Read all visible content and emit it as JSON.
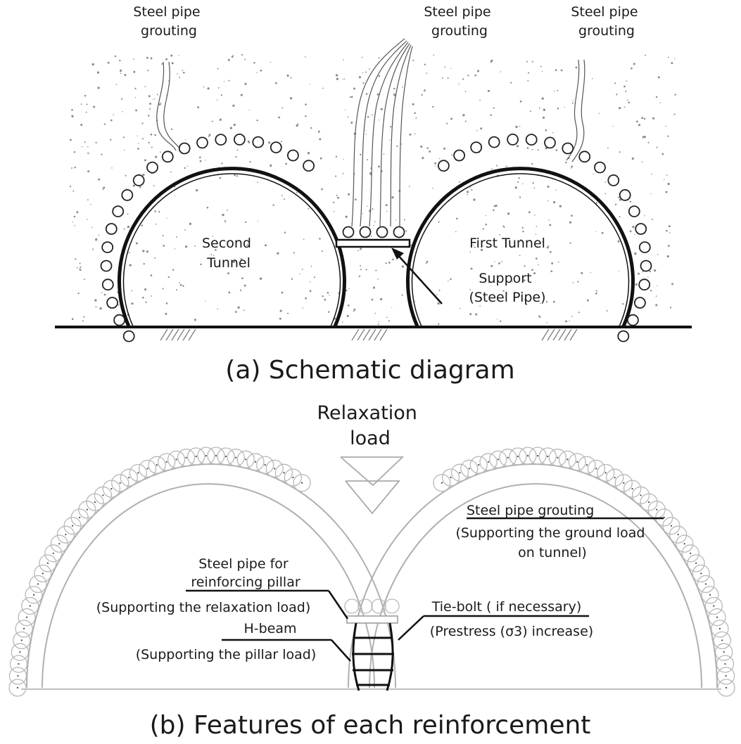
{
  "panel_a": {
    "labels": {
      "grout_left": [
        "Steel pipe",
        "grouting"
      ],
      "grout_center": [
        "Steel pipe",
        "grouting"
      ],
      "grout_right": [
        "Steel pipe",
        "grouting"
      ],
      "second_tunnel": [
        "Second",
        "Tunnel"
      ],
      "first_tunnel": "First Tunnel",
      "support": [
        "Support",
        "(Steel Pipe)"
      ]
    },
    "caption": "(a) Schematic diagram"
  },
  "panel_b": {
    "labels": {
      "relaxation_load": [
        "Relaxation",
        "load"
      ],
      "steel_pipe_grouting": "Steel pipe grouting",
      "steel_pipe_grouting_desc": [
        "(Supporting the ground load",
        "on tunnel)"
      ],
      "pillar_pipe": [
        "Steel pipe for",
        "reinforcing pillar"
      ],
      "pillar_pipe_desc": "(Supporting the relaxation load)",
      "h_beam": "H-beam",
      "h_beam_desc": "(Supporting the pillar load)",
      "tie_bolt": "Tie-bolt ( if necessary)",
      "tie_bolt_desc": "(Prestress (σ3) increase)"
    },
    "caption": "(b) Features of each reinforcement"
  },
  "colors": {
    "ink": "#1a1a1a",
    "faint": "#9a9a9a",
    "stipple": "#8c8c8c"
  }
}
